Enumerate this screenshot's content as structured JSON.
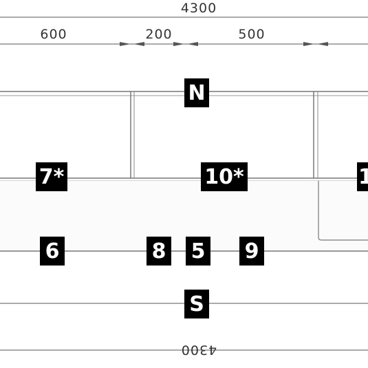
{
  "dimensions": {
    "overall_top": "4300",
    "segment_1": "600",
    "segment_2": "200",
    "segment_3": "500",
    "overall_bottom": "4300"
  },
  "compass": {
    "north": "N",
    "south": "S"
  },
  "modules": {
    "upper_7": "7*",
    "upper_10": "10*",
    "upper_edge": "1",
    "lower_6": "6",
    "lower_8": "8",
    "lower_5": "5",
    "lower_9": "9"
  }
}
